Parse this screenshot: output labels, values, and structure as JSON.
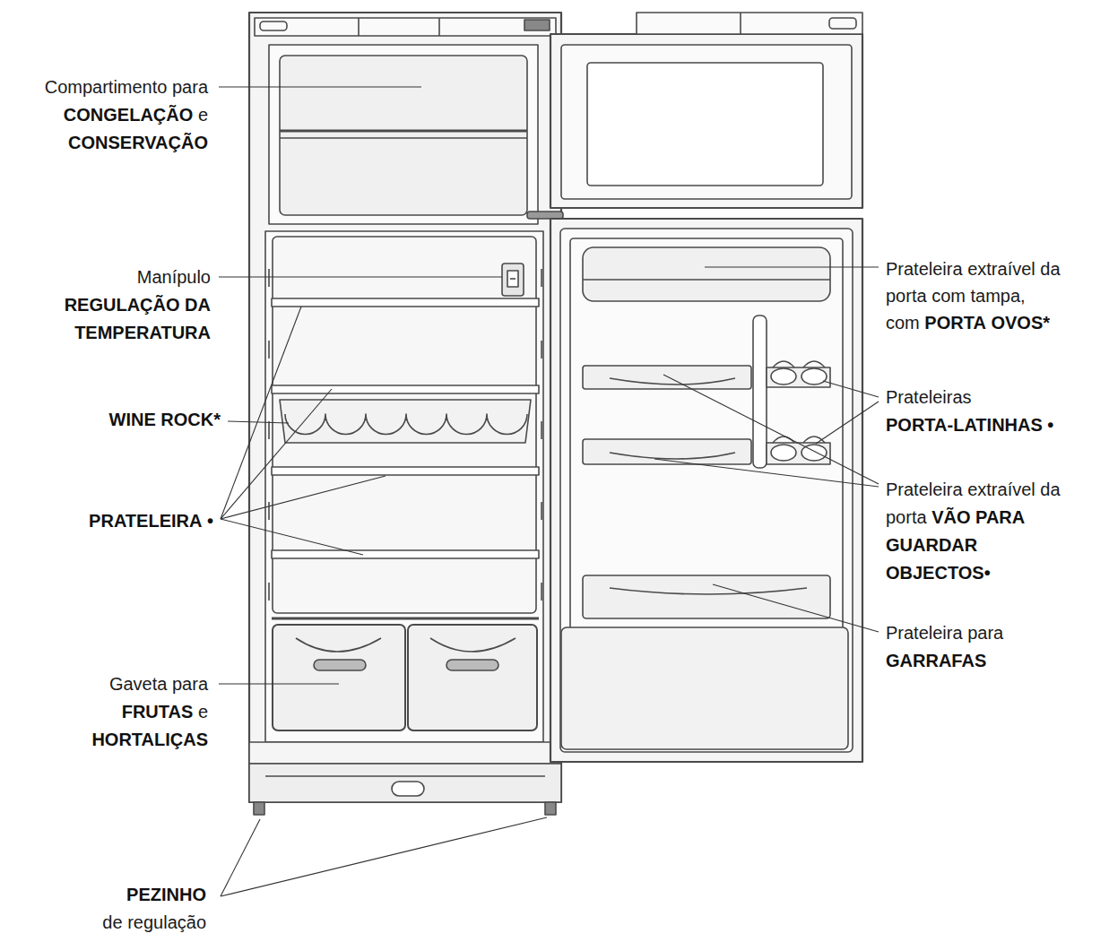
{
  "diagram": {
    "labels": [
      "Compartimento para CONGELAÇÃO e CONSERVAÇÃO",
      "Manípulo REGULAÇÃO DA TEMPERATURA",
      "WINE ROCK*",
      "PRATELEIRA •",
      "Gaveta para FRUTAS e HORTALIÇAS",
      "PEZINHO de regulação",
      "Prateleira extraível da porta com tampa, com PORTA OVOS*",
      "Prateleiras PORTA-LATINHAS •",
      "Prateleira extraível da porta VÃO PARA GUARDAR OBJECTOS•",
      "Prateleira para GARRAFAS"
    ]
  }
}
